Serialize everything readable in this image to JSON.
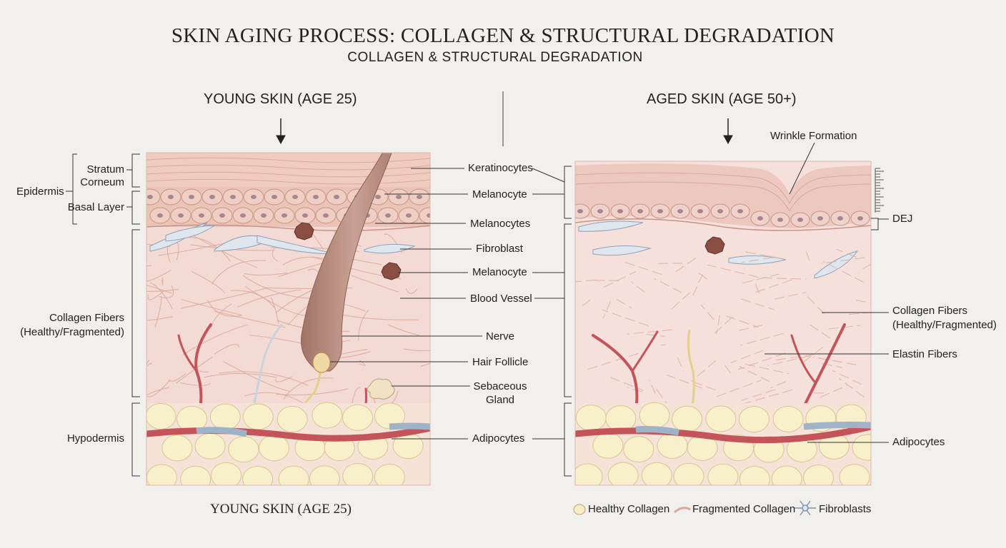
{
  "title": "SKIN AGING PROCESS: COLLAGEN & STRUCTURAL DEGRADATION",
  "subtitle": "COLLAGEN & STRUCTURAL DEGRADATION",
  "young": {
    "heading": "YOUNG SKIN (AGE 25)",
    "caption": "YOUNG SKIN (AGE 25)",
    "left_labels": {
      "epidermis": "Epidermis",
      "stratum_corneum_1": "Stratum",
      "stratum_corneum_2": "Corneum",
      "basal_layer": "Basal Layer",
      "collagen_1": "Collagen Fibers",
      "collagen_2": "(Healthy/Fragmented)",
      "hypodermis": "Hypodermis"
    }
  },
  "middle_labels": {
    "keratinocytes": "Keratinocytes",
    "melanocyte_1": "Melanocyte",
    "melanocytes": "Melanocytes",
    "fibroblast": "Fibroblast",
    "melanocyte_2": "Melanocyte",
    "blood_vessel": "Blood Vessel",
    "nerve": "Nerve",
    "hair_follicle": "Hair Follicle",
    "sebaceous_1": "Sebaceous",
    "sebaceous_2": "Gland",
    "adipocytes": "Adipocytes"
  },
  "aged": {
    "heading": "AGED SKIN (AGE 50+)",
    "wrinkle": "Wrinkle Formation",
    "dej": "DEJ",
    "collagen_1": "Collagen Fibers",
    "collagen_2": "(Healthy/Fragmented)",
    "elastin": "Elastin Fibers",
    "adipocytes": "Adipocytes"
  },
  "legend": {
    "healthy": "Healthy Collagen",
    "fragmented": "Fragmented Collagen",
    "fibroblasts": "Fibroblasts"
  },
  "colors": {
    "background": "#f2f0ec",
    "dermis": "#f3d9d3",
    "epidermis": "#ecc6bc",
    "fat": "#f7edc6",
    "artery": "#c2545a",
    "vein": "#9fb3c8",
    "hair": "#b98b80",
    "nerve": "#e3d08a"
  }
}
